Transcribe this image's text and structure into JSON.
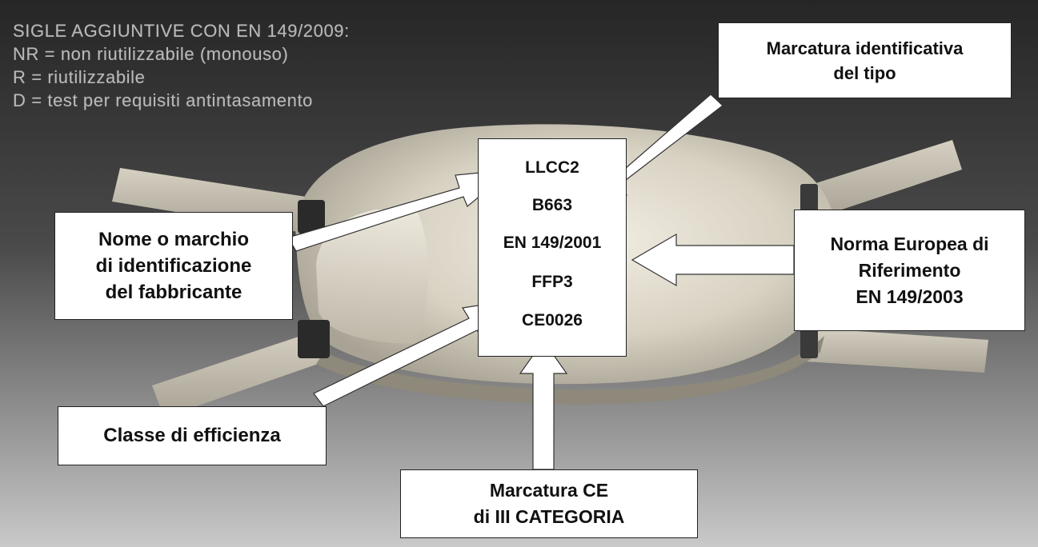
{
  "notes": {
    "title": "SIGLE AGGIUNTIVE CON EN 149/2009:",
    "items": [
      "NR = non riutilizzabile (monouso)",
      "R = riutilizzabile",
      "D = test per requisiti antintasamento"
    ]
  },
  "label_codes": {
    "manufacturer_code": "LLCC2",
    "type_code": "B663",
    "norm_code": "EN 149/2001",
    "class_code": "FFP3",
    "ce_code": "CE0026"
  },
  "callouts": {
    "type_marking": [
      "Marcatura identificativa",
      "del tipo"
    ],
    "manufacturer": [
      "Nome o marchio",
      "di identificazione",
      "del fabbricante"
    ],
    "norm": [
      "Norma Europea di",
      "Riferimento",
      "EN 149/2003"
    ],
    "efficiency_class": "Classe di efficienza",
    "ce_marking": [
      "Marcatura CE",
      "di III CATEGORIA"
    ]
  },
  "colors": {
    "background_dark": "#2e2e2e",
    "background_light": "#c8c8c8",
    "mask_shell": "#d9d4c7",
    "notes_text": "#b9b9b9",
    "box_fill": "#ffffff",
    "box_text": "#111111"
  }
}
